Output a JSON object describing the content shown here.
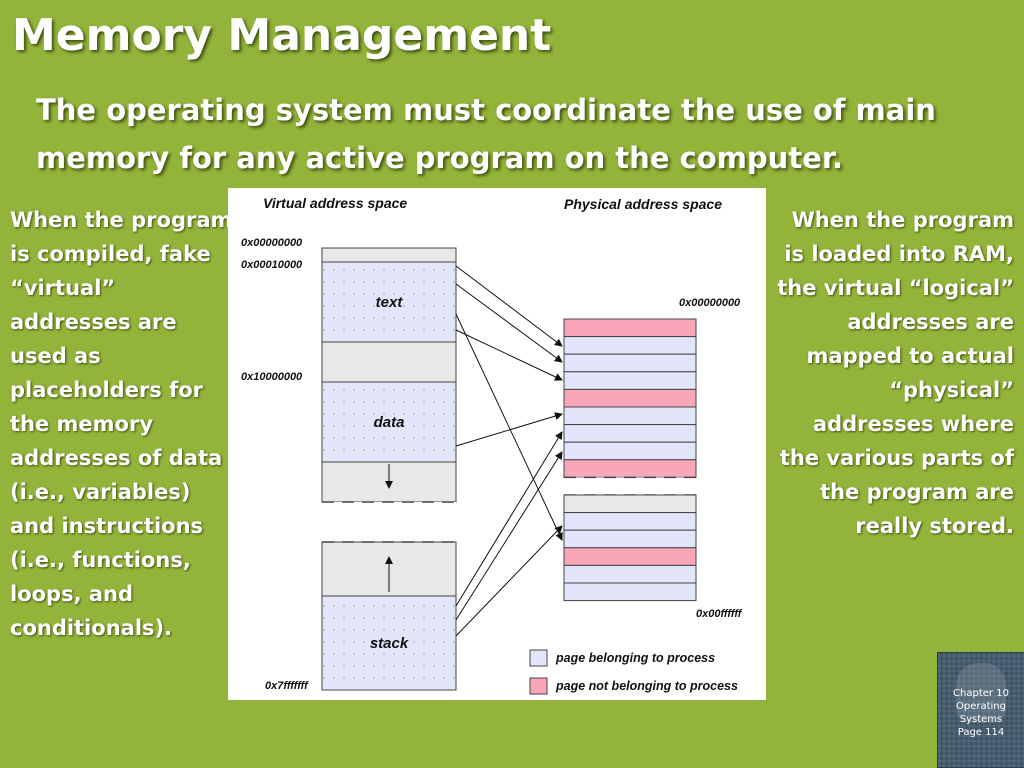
{
  "slide": {
    "title": "Memory Management",
    "subtitle": "The operating system must coordinate the use of main memory for any active program on the computer.",
    "left_text": "When the program is compiled, fake “virtual” addresses are used as placeholders for the memory addresses of data (i.e., variables) and instructions (i.e., functions, loops, and conditionals).",
    "right_text": "When the program is loaded into RAM, the virtual “logical” addresses are mapped to actual “physical” addresses where the various parts of the program are really stored."
  },
  "diagram": {
    "virtual_heading": "Virtual address space",
    "physical_heading": "Physical address space",
    "virtual_addresses": {
      "start": "0x00000000",
      "text_start": "0x00010000",
      "data_start": "0x10000000",
      "end": "0x7fffffff"
    },
    "physical_addresses": {
      "start": "0x00000000",
      "end": "0x00ffffff"
    },
    "segments": {
      "text": "text",
      "data": "data",
      "stack": "stack"
    },
    "page_owner": [
      "not",
      "own",
      "own",
      "own",
      "not",
      "own",
      "own",
      "own",
      "not",
      "gap",
      "gray",
      "own",
      "own",
      "not",
      "own",
      "own"
    ],
    "colors": {
      "own_page": "#e3e6fa",
      "not_own_page": "#f8a7b9",
      "unused": "#e8e8e8",
      "background": "#93b43a"
    },
    "legend": {
      "own": "page belonging to process",
      "not_own": "page not belonging to process"
    }
  },
  "badge": {
    "lines": [
      "Chapter 10",
      "Operating",
      "Systems",
      "Page 114"
    ]
  }
}
